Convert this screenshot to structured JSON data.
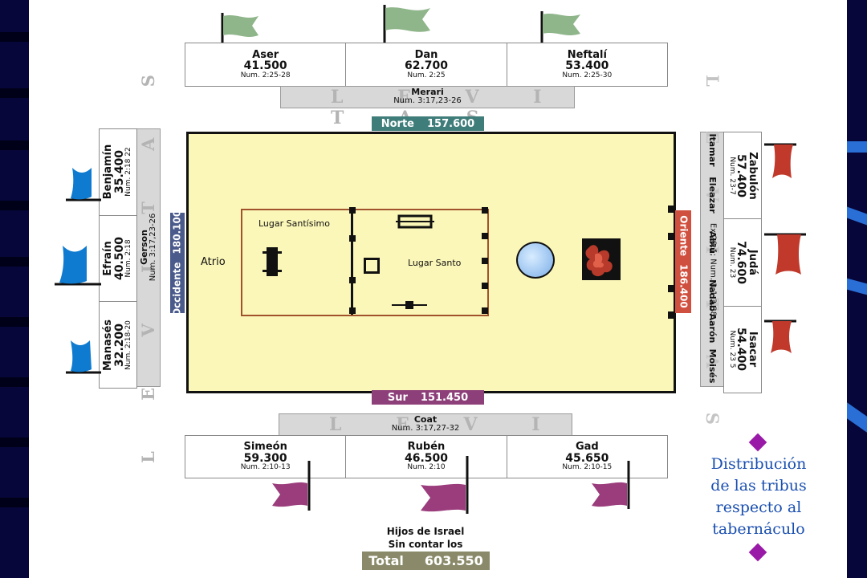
{
  "colors": {
    "frame": "#06063a",
    "court": "#fbf7b8",
    "flag_north": "#8fb58a",
    "flag_west": "#0e7bd0",
    "flag_east": "#c0392b",
    "flag_south": "#9b3d7c",
    "badge_north": "#3f7d7a",
    "badge_west": "#4a5a8a",
    "badge_east": "#d05040",
    "badge_south": "#8d3f79",
    "badge_total": "#8a8a6a",
    "caption": "#1a4fb0",
    "diamond": "#9a1aa8"
  },
  "north": {
    "tribes": [
      {
        "name": "Aser",
        "count": "41.500",
        "ref": "Num. 2:25-28"
      },
      {
        "name": "Dan",
        "count": "62.700",
        "ref": "Num. 2:25"
      },
      {
        "name": "Neftalí",
        "count": "53.400",
        "ref": "Num. 2:25-30"
      }
    ],
    "levitas": {
      "letters": "L E V I T A S",
      "name": "Merari",
      "ref": "Num. 3:17,23-26"
    },
    "badge": {
      "label": "Norte",
      "value": "157.600"
    }
  },
  "west": {
    "tribes": [
      {
        "name": "Benjamín",
        "count": "35.400",
        "ref": "Num. 2:18 22"
      },
      {
        "name": "Efraín",
        "count": "40.500",
        "ref": "Num. 2:18"
      },
      {
        "name": "Manasés",
        "count": "32.200",
        "ref": "Num. 2:18-20"
      }
    ],
    "levitas": {
      "letters": "L E V I T A S",
      "name": "Gerson",
      "ref": "Num. 3:17,23-26"
    },
    "badge": {
      "label": "Occidente",
      "value": "180.100"
    }
  },
  "east": {
    "tribes": [
      {
        "name": "Zabulón",
        "count": "57.400",
        "ref": "Num. 23-7"
      },
      {
        "name": "Judá",
        "count": "74.600",
        "ref": "Num. 23"
      },
      {
        "name": "Isacar",
        "count": "54.400",
        "ref": "Num. 23 5"
      }
    ],
    "priests": [
      {
        "name": "Itamar"
      },
      {
        "name": "Eleazar"
      },
      {
        "name": "Abiú"
      },
      {
        "name": "Nadab"
      },
      {
        "name": "Aarón"
      },
      {
        "name": "Moisés"
      }
    ],
    "priests_ref": "Ex.28:1; Num. 3:1-3,38",
    "badge": {
      "label": "Oriente",
      "value": "186.400"
    }
  },
  "south": {
    "tribes": [
      {
        "name": "Simeón",
        "count": "59.300",
        "ref": "Num. 2:10-13"
      },
      {
        "name": "Rubén",
        "count": "46.500",
        "ref": "Num. 2:10"
      },
      {
        "name": "Gad",
        "count": "45.650",
        "ref": "Num. 2:10-15"
      }
    ],
    "levitas": {
      "letters": "L E V I T A S",
      "name": "Coat",
      "ref": "Num. 3:17,27-32"
    },
    "badge": {
      "label": "Sur",
      "value": "151.450"
    }
  },
  "court": {
    "atrio": "Atrio",
    "holy_of_holies": "Lugar Santísimo",
    "holy_place": "Lugar Santo"
  },
  "summary": {
    "line1": "Hijos de Israel",
    "line2": "Sin contar los Levitas",
    "total_label": "Total",
    "total_value": "603.550"
  },
  "caption": {
    "line1": "Distribución",
    "line2": "de las tribus",
    "line3": "respecto al",
    "line4": "tabernáculo"
  }
}
